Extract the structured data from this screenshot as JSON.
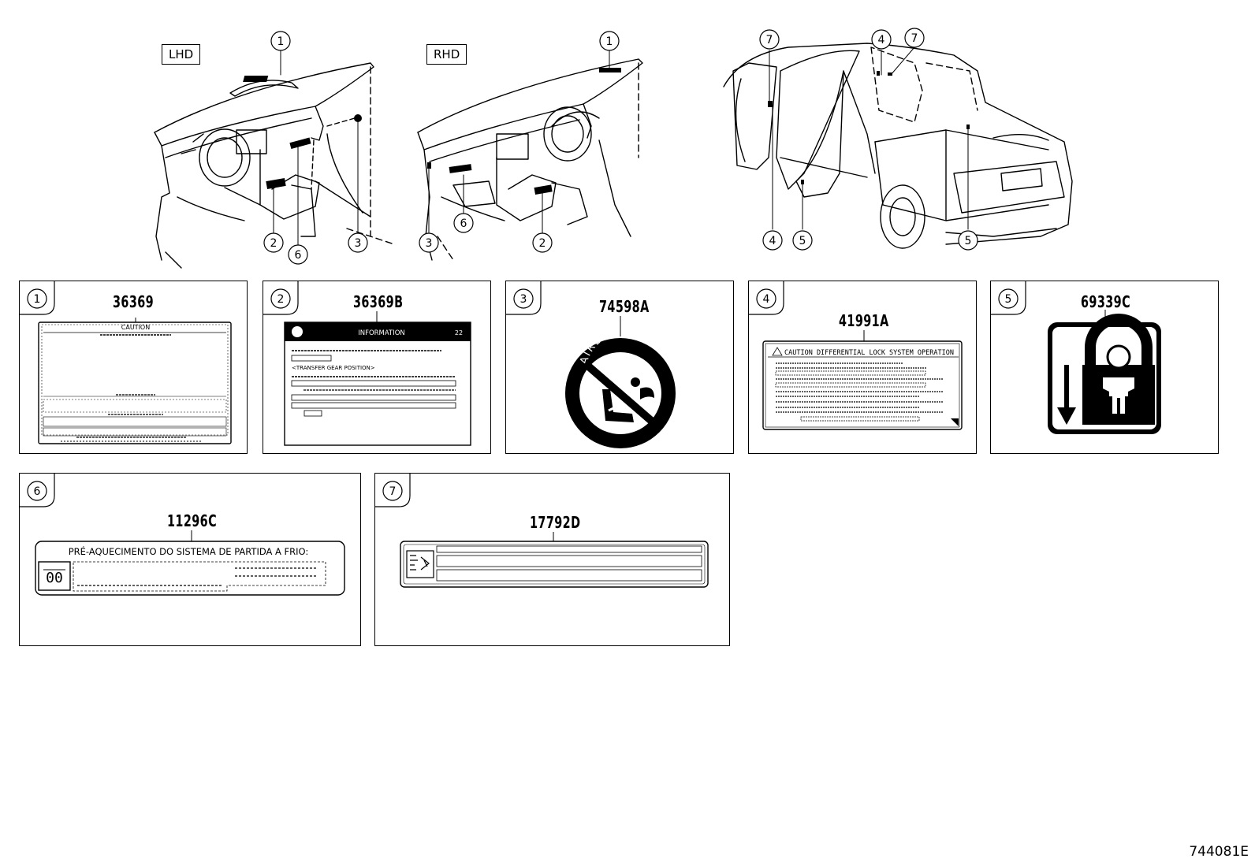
{
  "diagram": {
    "drive_labels": {
      "lhd": "LHD",
      "rhd": "RHD"
    },
    "callouts": {
      "lhd": [
        "1",
        "2",
        "6",
        "3"
      ],
      "rhd": [
        "1",
        "3",
        "6",
        "2"
      ],
      "truck": [
        "7",
        "4",
        "7",
        "4",
        "5",
        "5"
      ]
    }
  },
  "labels": [
    {
      "index": "1",
      "part_number": "36369",
      "heading": "CAUTION"
    },
    {
      "index": "2",
      "part_number": "36369B",
      "heading": "INFORMATION",
      "corner": "22",
      "subheading": "<TRANSFER GEAR POSITION>"
    },
    {
      "index": "3",
      "part_number": "74598A",
      "ring_text": "AIRBAG"
    },
    {
      "index": "4",
      "part_number": "41991A",
      "heading": "CAUTION  DIFFERENTIAL LOCK SYSTEM OPERATION"
    },
    {
      "index": "5",
      "part_number": "69339C"
    },
    {
      "index": "6",
      "part_number": "11296C",
      "heading": "PRÉ-AQUECIMENTO DO SISTEMA  DE  PARTIDA  A  FRIO:",
      "glyph": "00"
    },
    {
      "index": "7",
      "part_number": "17792D"
    }
  ],
  "footer": {
    "ref": "744081E"
  }
}
